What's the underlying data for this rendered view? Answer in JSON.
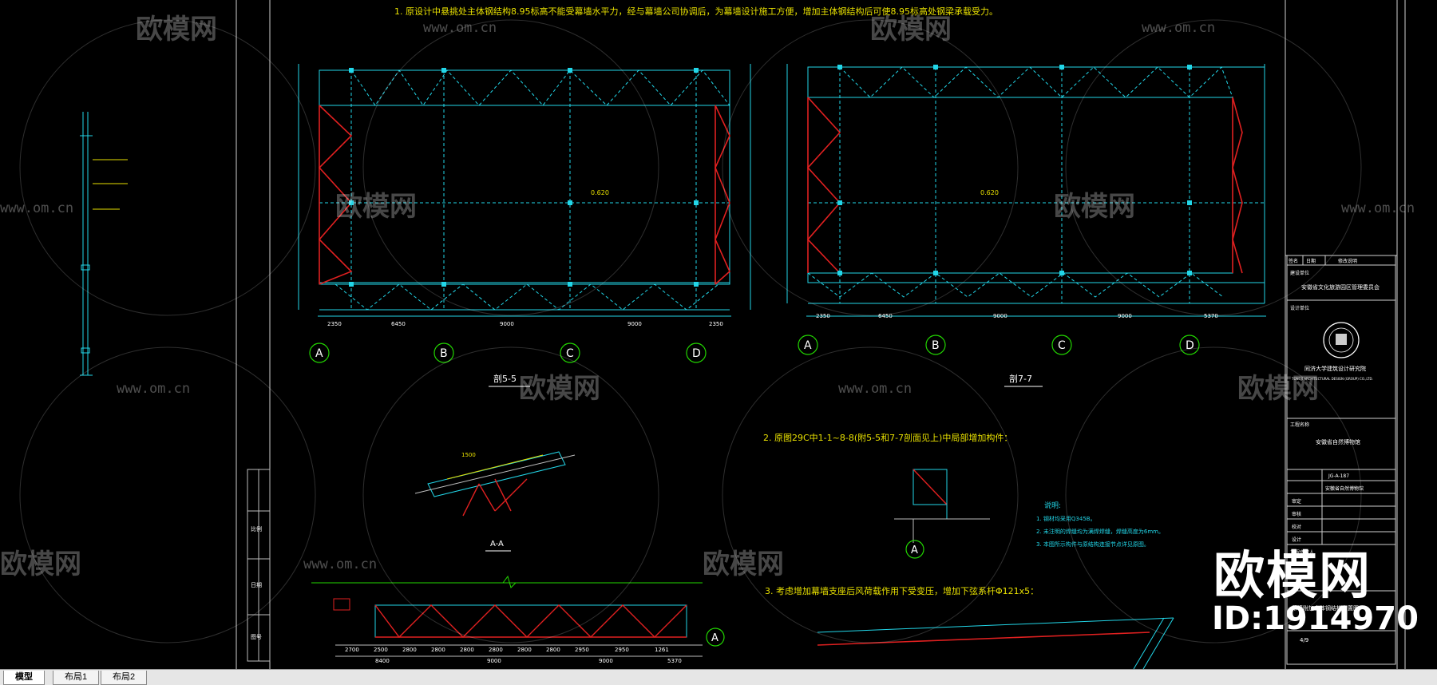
{
  "notes": {
    "note1": "1. 原设计中悬挑处主体钢结构8.95标高不能受幕墙水平力，经与幕墙公司协调后，为幕墙设计施工方便，增加主体钢结构后可使8.95标高处钢梁承载受力。",
    "note2": "2. 原图29C中1-1~8-8(附5-5和7-7剖面见上)中局部增加构件：",
    "note3": "3. 考虑增加幕墙支座后风荷载作用下受变压，增加下弦系杆Φ121x5："
  },
  "sections": {
    "s55": "剖5-5",
    "s77": "剖7-7",
    "aa": "A-A",
    "elev1": "0.620",
    "elev2": "0.620"
  },
  "axis_labels": [
    "A",
    "B",
    "C",
    "D"
  ],
  "dims": {
    "left_bottom": [
      "2350",
      "6450",
      "9000",
      "9000",
      "2350"
    ],
    "right_bottom": [
      "2350",
      "6450",
      "9000",
      "9000",
      "5370"
    ],
    "aa_top": "1500",
    "strip_bottom": [
      "2700",
      "2500",
      "2800",
      "2800",
      "2800",
      "2800",
      "2800",
      "2800",
      "2950",
      "2950",
      "1261"
    ],
    "strip_sum": [
      "8400",
      "9000",
      "9000",
      "5370"
    ]
  },
  "legend": {
    "title": "说明:",
    "lines": [
      "1. 钢材均采用Q345B。",
      "2. 未注明的焊缝均为满焊焊缝，焊缝高度为6mm。",
      "3. 本图所示构件与原结构连接节点详见原图。"
    ]
  },
  "title_block": {
    "col_headers": [
      "签名",
      "日期",
      "修改说明"
    ],
    "owner_label": "建设单位",
    "owner": "安徽省文化旅游园区管理委员会",
    "design_label": "设计单位",
    "institute": "同济大学建筑设计研究院",
    "institute_en": "TONGJI ARCHITECTURAL DESIGN (GROUP) CO.,LTD.",
    "project_label": "工程名称",
    "project": "安徽省自然博物馆",
    "drawing_no": "JG-A-187",
    "drawing_title": "安徽省自然博物馆",
    "rows": [
      "审定",
      "审核",
      "校对",
      "设计",
      "工程负责人"
    ],
    "sheet_title": "幕墙附加主体钢结构布置图",
    "sheet_no": "4/9"
  },
  "left_strip": {
    "labels": [
      "比例",
      "日期",
      "图号"
    ]
  },
  "watermark": {
    "brand": "欧模网",
    "url": "www.om.cn",
    "id": "ID:1914970"
  },
  "tabs": [
    "模型",
    "布局1",
    "布局2"
  ]
}
